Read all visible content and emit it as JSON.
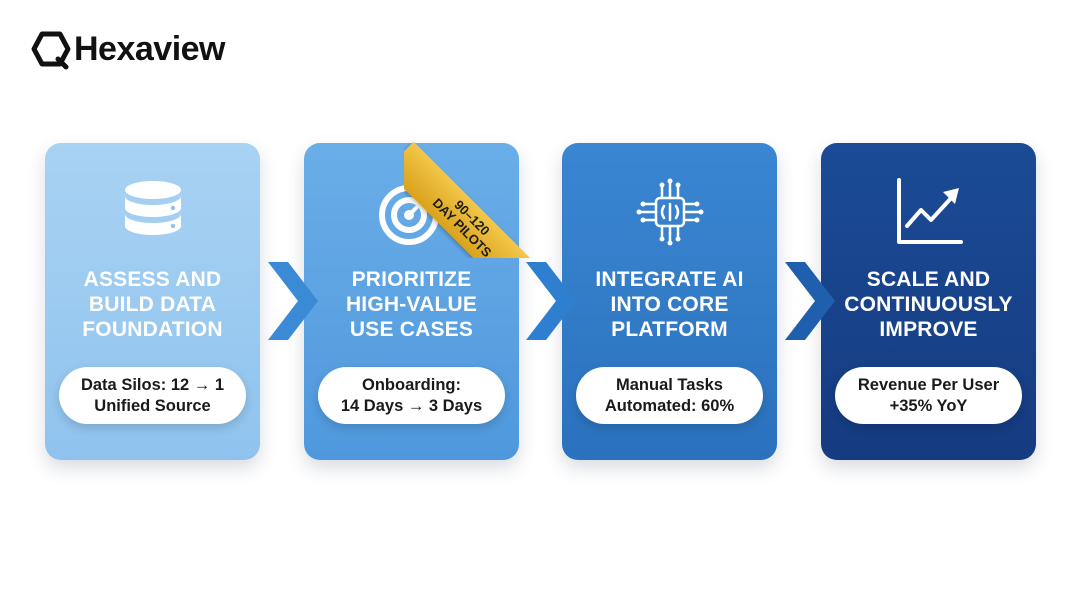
{
  "brand": {
    "name": "Hexaview",
    "icon": "hexagon-search-logo"
  },
  "ribbon": {
    "text": "90–120\nDay Pilots",
    "color": "#e0ad2a"
  },
  "steps": [
    {
      "icon": "database-icon",
      "title": "Assess and\nBuild Data\nFoundation",
      "metric": "Data Silos: 12 → 1\nUnified Source",
      "color": "#9fcbf1"
    },
    {
      "icon": "target-icon",
      "title": "Prioritize\nHigh-Value\nUse Cases",
      "metric": "Onboarding:\n14 Days → 3 Days",
      "color": "#5ba2e2"
    },
    {
      "icon": "ai-chip-icon",
      "title": "Integrate AI\nInto Core\nPlatform",
      "metric": "Manual Tasks\nAutomated: 60%",
      "color": "#337cc8"
    },
    {
      "icon": "growth-chart-icon",
      "title": "Scale and\nContinuously\nImprove",
      "metric": "Revenue Per User\n+35% YoY",
      "color": "#18448b"
    }
  ],
  "arrow_color": "#2f7fd0"
}
